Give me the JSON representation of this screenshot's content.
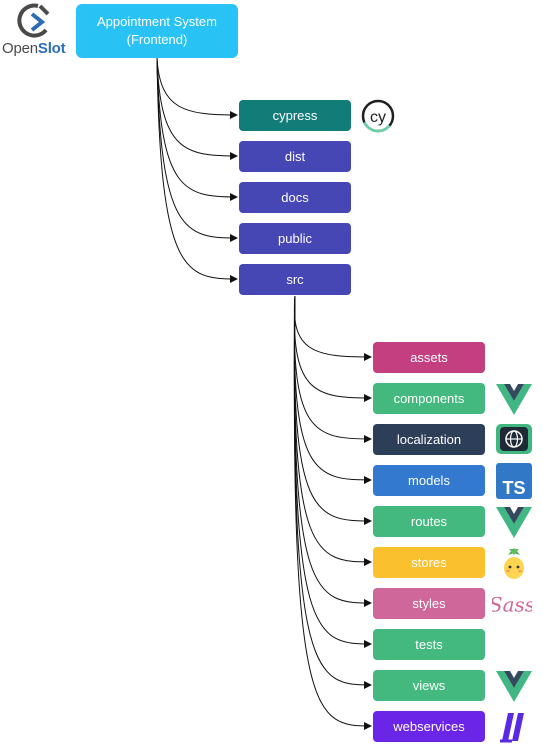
{
  "logo": {
    "text_part1": "Open",
    "text_part2": "Slot"
  },
  "root": {
    "line1": "Appointment System",
    "line2": "(Frontend)"
  },
  "folders": [
    {
      "label": "cypress",
      "color": "#127c78"
    },
    {
      "label": "dist",
      "color": "#4646b4"
    },
    {
      "label": "docs",
      "color": "#4646b4"
    },
    {
      "label": "public",
      "color": "#4646b4"
    },
    {
      "label": "src",
      "color": "#4646b4"
    }
  ],
  "src_children": [
    {
      "label": "assets",
      "color": "#c33f80"
    },
    {
      "label": "components",
      "color": "#44b97f"
    },
    {
      "label": "localization",
      "color": "#2d3e59"
    },
    {
      "label": "models",
      "color": "#3279cf"
    },
    {
      "label": "routes",
      "color": "#44b97f"
    },
    {
      "label": "stores",
      "color": "#fbc02d"
    },
    {
      "label": "styles",
      "color": "#d0679a"
    },
    {
      "label": "tests",
      "color": "#44b97f"
    },
    {
      "label": "views",
      "color": "#44b97f"
    },
    {
      "label": "webservices",
      "color": "#6b25e6"
    }
  ],
  "icons": {
    "cypress": {
      "name": "cypress-icon",
      "text": "cy"
    },
    "components": {
      "name": "vue-icon"
    },
    "localization": {
      "name": "globe-icon"
    },
    "models": {
      "name": "typescript-icon",
      "text": "TS"
    },
    "routes": {
      "name": "vue-icon"
    },
    "stores": {
      "name": "pinia-icon"
    },
    "styles": {
      "name": "sass-icon",
      "text": "Sass"
    },
    "views": {
      "name": "vue-icon"
    },
    "webservices": {
      "name": "axios-icon"
    }
  }
}
